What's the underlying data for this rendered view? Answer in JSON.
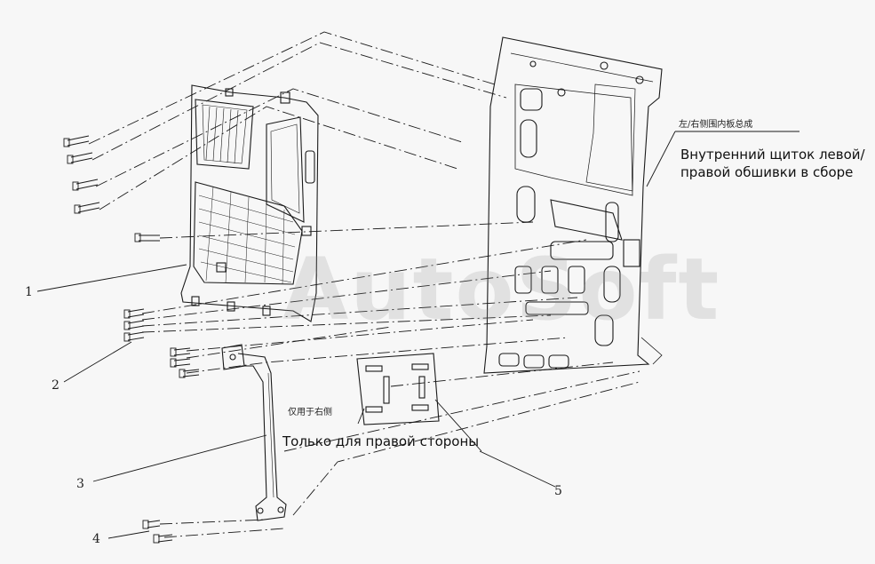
{
  "callouts": [
    "1",
    "2",
    "3",
    "4",
    "5"
  ],
  "annotations": {
    "assembly_cn": "左/右侧围内板总成",
    "assembly_ru": "Внутренний щиток левой/правой обшивки в сборе",
    "right_only_cn": "仅用于右侧",
    "right_only_ru": "Только для правой стороны"
  },
  "watermark": "AutoSoft",
  "colors": {
    "line": "#1a1a1a",
    "background": "#f7f7f7",
    "watermark": "#969696"
  }
}
